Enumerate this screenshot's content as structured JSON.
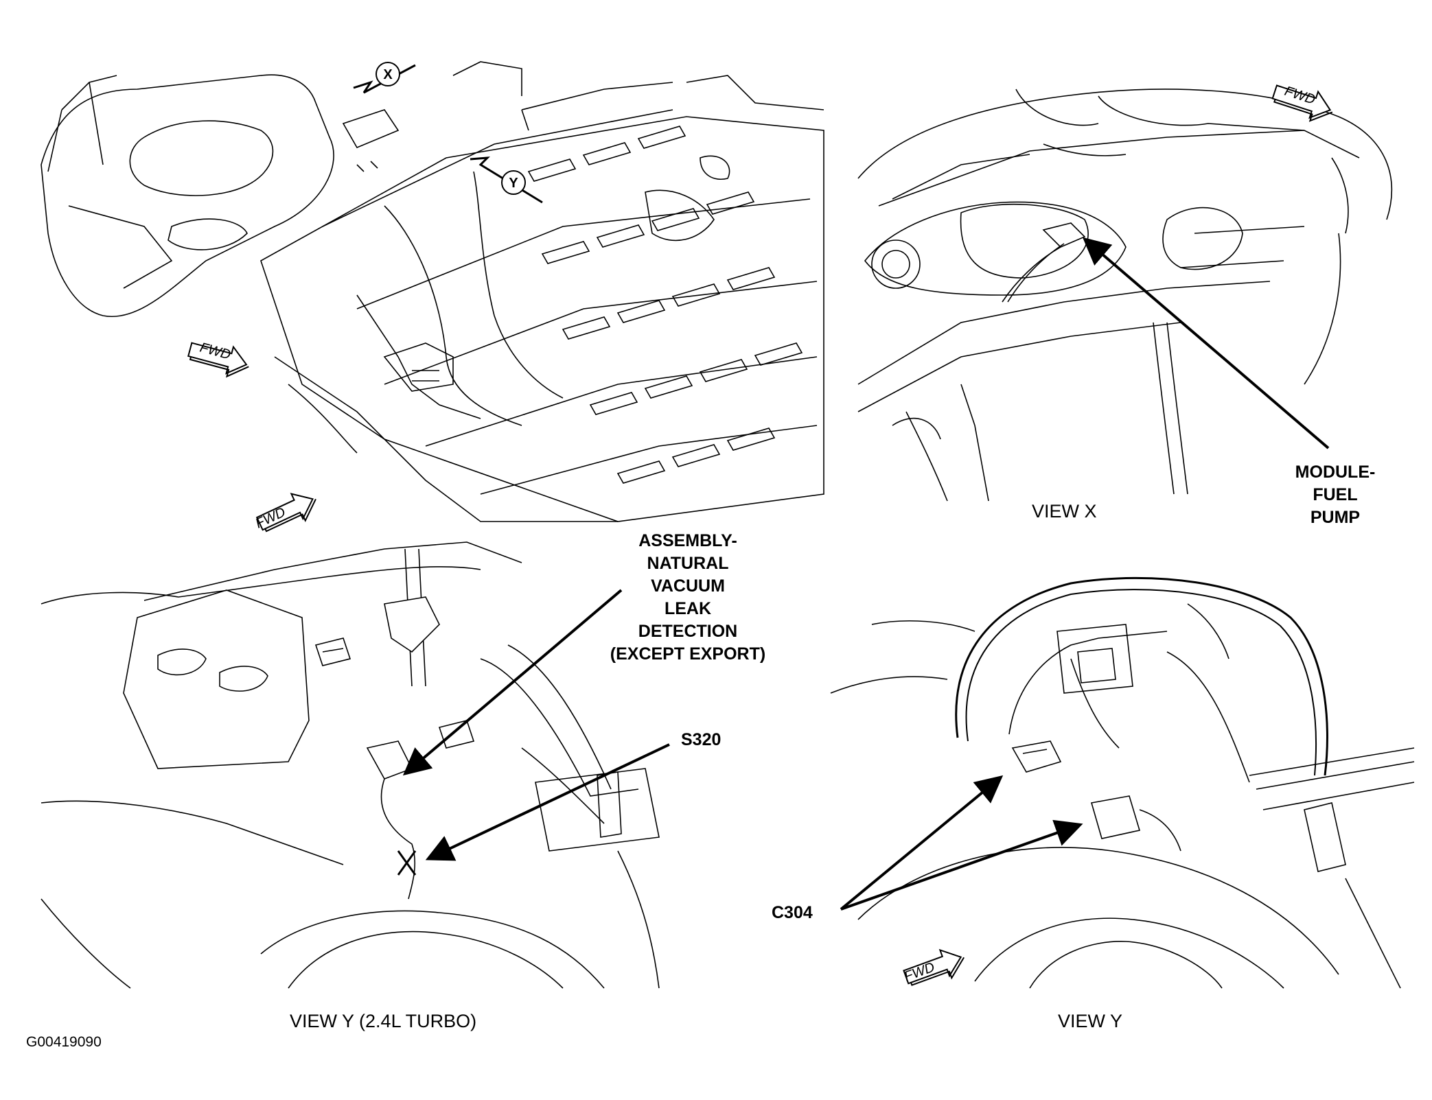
{
  "figure_id": "G00419090",
  "fwd_label": "FWD",
  "view_markers": {
    "x": "X",
    "y": "Y"
  },
  "views": {
    "top_right": "VIEW X",
    "bottom_left": "VIEW Y (2.4L TURBO)",
    "bottom_right": "VIEW Y"
  },
  "callouts": {
    "module_fuel_pump": [
      "MODULE-",
      "FUEL",
      "PUMP"
    ],
    "assembly_nvld": [
      "ASSEMBLY-",
      "NATURAL",
      "VACUUM",
      "LEAK",
      "DETECTION",
      "(EXCEPT EXPORT)"
    ],
    "s320": "S320",
    "c304": "C304"
  }
}
